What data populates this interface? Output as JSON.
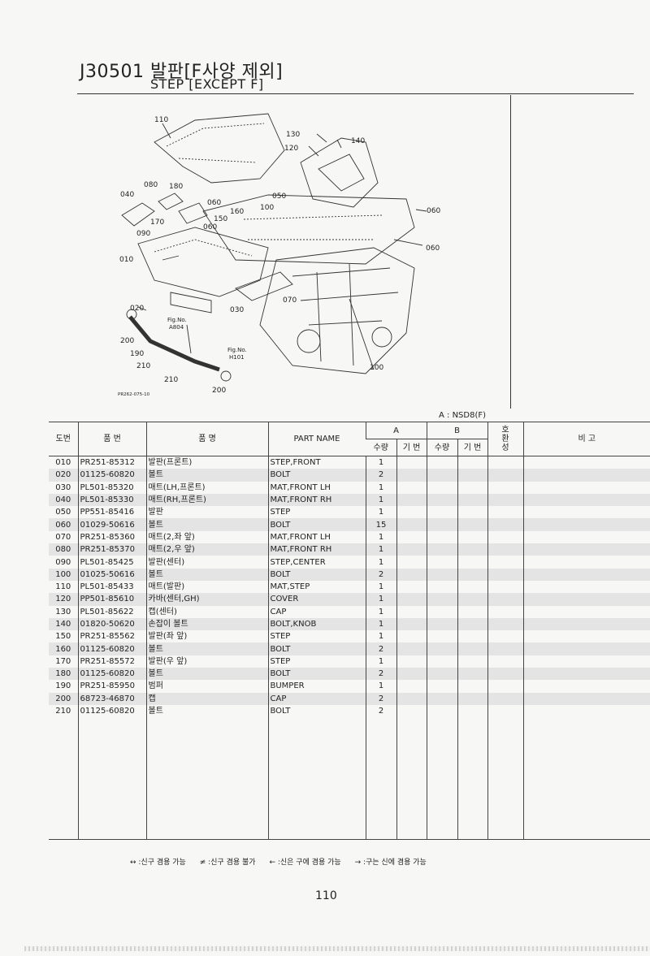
{
  "header": {
    "title_main": "J30501 발판[F사양 제외]",
    "title_sub": "STEP [EXCEPT F]"
  },
  "diagram": {
    "callouts": [
      "110",
      "130",
      "140",
      "120",
      "080",
      "180",
      "040",
      "060",
      "050",
      "160",
      "100",
      "150",
      "170",
      "060",
      "090",
      "060",
      "010",
      "020",
      "030",
      "070",
      "200",
      "190",
      "210",
      "210",
      "200",
      "060",
      "100"
    ],
    "refs": [
      {
        "line1": "Fig.No.",
        "line2": "A804"
      },
      {
        "line1": "Fig.No.",
        "line2": "H101"
      }
    ],
    "code": "PR262-075-10"
  },
  "variant_note": "A : NSD8(F)",
  "table": {
    "headers": {
      "no": "도번",
      "part_no": "품 번",
      "part_name_kr": "품 명",
      "part_name_en": "PART NAME",
      "group_a": "A",
      "group_b": "B",
      "qty": "수량",
      "serial": "기 번",
      "interchange": "호\n환\n성",
      "remarks": "비 고"
    },
    "rows": [
      {
        "no": "010",
        "part": "PR251-85312",
        "kr": "발판(프론트)",
        "en": "STEP,FRONT",
        "qty": "1"
      },
      {
        "no": "020",
        "part": "01125-60820",
        "kr": "볼트",
        "en": "BOLT",
        "qty": "2"
      },
      {
        "no": "030",
        "part": "PL501-85320",
        "kr": "매트(LH,프론트)",
        "en": "MAT,FRONT LH",
        "qty": "1"
      },
      {
        "no": "040",
        "part": "PL501-85330",
        "kr": "매트(RH,프론트)",
        "en": "MAT,FRONT RH",
        "qty": "1"
      },
      {
        "no": "050",
        "part": "PP551-85416",
        "kr": "발판",
        "en": "STEP",
        "qty": "1"
      },
      {
        "no": "060",
        "part": "01029-50616",
        "kr": "볼트",
        "en": "BOLT",
        "qty": "15"
      },
      {
        "no": "070",
        "part": "PR251-85360",
        "kr": "매트(2,좌 앞)",
        "en": "MAT,FRONT LH",
        "qty": "1"
      },
      {
        "no": "080",
        "part": "PR251-85370",
        "kr": "매트(2,우 앞)",
        "en": "MAT,FRONT RH",
        "qty": "1"
      },
      {
        "no": "090",
        "part": "PL501-85425",
        "kr": "발판(센터)",
        "en": "STEP,CENTER",
        "qty": "1"
      },
      {
        "no": "100",
        "part": "01025-50616",
        "kr": "볼트",
        "en": "BOLT",
        "qty": "2"
      },
      {
        "no": "110",
        "part": "PL501-85433",
        "kr": "매트(발판)",
        "en": "MAT,STEP",
        "qty": "1"
      },
      {
        "no": "120",
        "part": "PP501-85610",
        "kr": "카바(센터,GH)",
        "en": "COVER",
        "qty": "1"
      },
      {
        "no": "130",
        "part": "PL501-85622",
        "kr": "캡(센터)",
        "en": "CAP",
        "qty": "1"
      },
      {
        "no": "140",
        "part": "01820-50620",
        "kr": "손잡이 볼트",
        "en": "BOLT,KNOB",
        "qty": "1"
      },
      {
        "no": "150",
        "part": "PR251-85562",
        "kr": "발판(좌 앞)",
        "en": "STEP",
        "qty": "1"
      },
      {
        "no": "160",
        "part": "01125-60820",
        "kr": "볼트",
        "en": "BOLT",
        "qty": "2"
      },
      {
        "no": "170",
        "part": "PR251-85572",
        "kr": "발판(우 앞)",
        "en": "STEP",
        "qty": "1"
      },
      {
        "no": "180",
        "part": "01125-60820",
        "kr": "볼트",
        "en": "BOLT",
        "qty": "2"
      },
      {
        "no": "190",
        "part": "PR251-85950",
        "kr": "범퍼",
        "en": "BUMPER",
        "qty": "1"
      },
      {
        "no": "200",
        "part": "68723-46870",
        "kr": "캡",
        "en": "CAP",
        "qty": "2"
      },
      {
        "no": "210",
        "part": "01125-60820",
        "kr": "볼트",
        "en": "BOLT",
        "qty": "2"
      }
    ]
  },
  "legend": [
    "↔ :신구 겸용 가능",
    "≠ :신구 겸용 불가",
    "← :신은 구에 겸용 가능",
    "→ :구는 신에 겸용 가능"
  ],
  "page_number": "110"
}
